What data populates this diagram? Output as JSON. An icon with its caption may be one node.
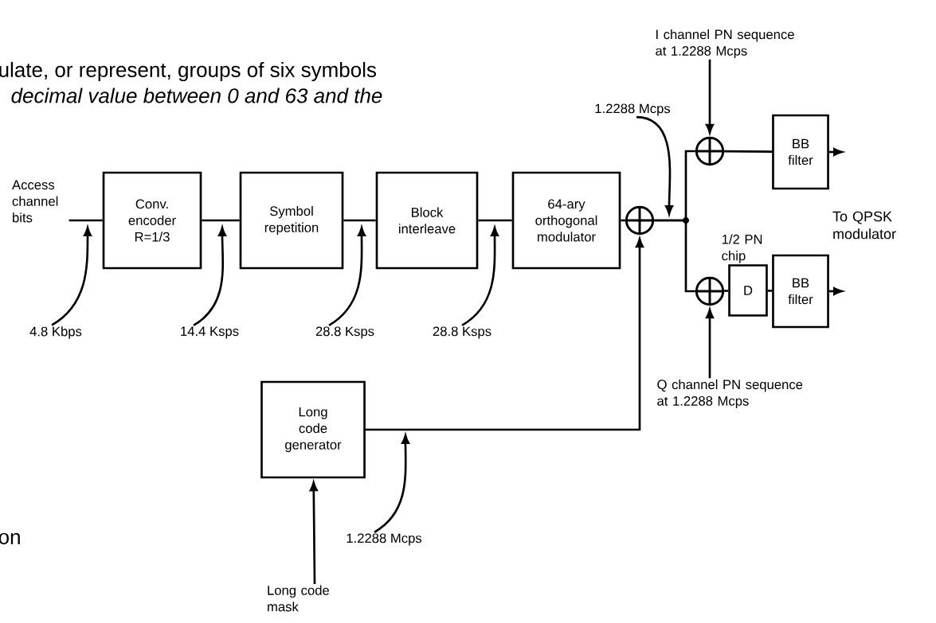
{
  "diagram": {
    "nodes": [
      {
        "text": [
          "Access channel bits"
        ]
      },
      {
        "text": [
          "Conv. encoder R=1/3"
        ]
      },
      {
        "text": [
          "Symbol repetition"
        ]
      },
      {
        "text": [
          "Block interleave"
        ]
      },
      {
        "text": [
          "64-ary orthogonal modulator"
        ]
      },
      {
        "text": [],
        "shape": "circle"
      },
      {
        "text": [],
        "shape": "circle"
      },
      {
        "text": [
          "BB filter"
        ]
      },
      {
        "text": [],
        "shape": "circle"
      },
      {
        "text": [
          "D"
        ],
        "beside": [
          "1/2 PN chip"
        ]
      },
      {
        "text": [
          "BB filter"
        ]
      },
      {
        "text": [
          "Long code generator"
        ]
      },
      {
        "text": [
          "Long code mask"
        ]
      },
      {
        "text": [
          "I channel PN sequence at 1.2288 Mcps"
        ]
      },
      {
        "text": [
          "Q channel PN sequence at 1.2288 Mcps"
        ]
      },
      {
        "text": [
          "4.8 Kbps"
        ]
      },
      {
        "text": [
          "14.4 Ksps"
        ]
      },
      {
        "text": [
          "28.8 Ksps"
        ]
      },
      {
        "text": [
          "28.8 Ksps"
        ]
      },
      {
        "text": [
          "1.2288 Mcps"
        ]
      },
      {
        "text": [
          "1.2288 Mcps"
        ]
      }
    ],
    "edges": [
      {
        "from": 0,
        "to": 1,
        "arrow": "none"
      },
      {
        "from": 1,
        "to": 2,
        "arrow": "none"
      },
      {
        "from": 2,
        "to": 3,
        "arrow": "none"
      },
      {
        "from": 3,
        "to": 4,
        "arrow": "none"
      },
      {
        "from": 4,
        "to": 5,
        "arrow": "none"
      },
      {
        "from": 5,
        "to": 6,
        "arrow": "none"
      },
      {
        "from": 5,
        "to": 8,
        "arrow": "none"
      },
      {
        "from": 6,
        "to": 7,
        "arrow": "none"
      },
      {
        "from": 8,
        "to": 9,
        "arrow": "none"
      },
      {
        "from": 9,
        "to": 10,
        "arrow": "none"
      },
      {
        "from": 7,
        "to": null,
        "arrow": "to"
      },
      {
        "from": 10,
        "to": null,
        "arrow": "to"
      },
      {
        "from": 11,
        "to": 5,
        "arrow": "to"
      },
      {
        "from": 12,
        "to": 11,
        "arrow": "to"
      },
      {
        "from": 13,
        "to": 6,
        "arrow": "to"
      },
      {
        "from": 14,
        "to": 8,
        "arrow": "to"
      },
      {
        "from": 15,
        "to": null,
        "arrow": "to"
      },
      {
        "from": 16,
        "to": null,
        "arrow": "to"
      },
      {
        "from": 17,
        "to": null,
        "arrow": "to"
      },
      {
        "from": 18,
        "to": null,
        "arrow": "to"
      },
      {
        "from": 19,
        "to": null,
        "arrow": "to"
      },
      {
        "from": 20,
        "to": null,
        "arrow": "to"
      }
    ],
    "labels": [
      "ulate, or represent, groups of six symbols",
      "decimal value between 0 and 63 and the",
      "To QPSK modulator",
      "on"
    ]
  }
}
